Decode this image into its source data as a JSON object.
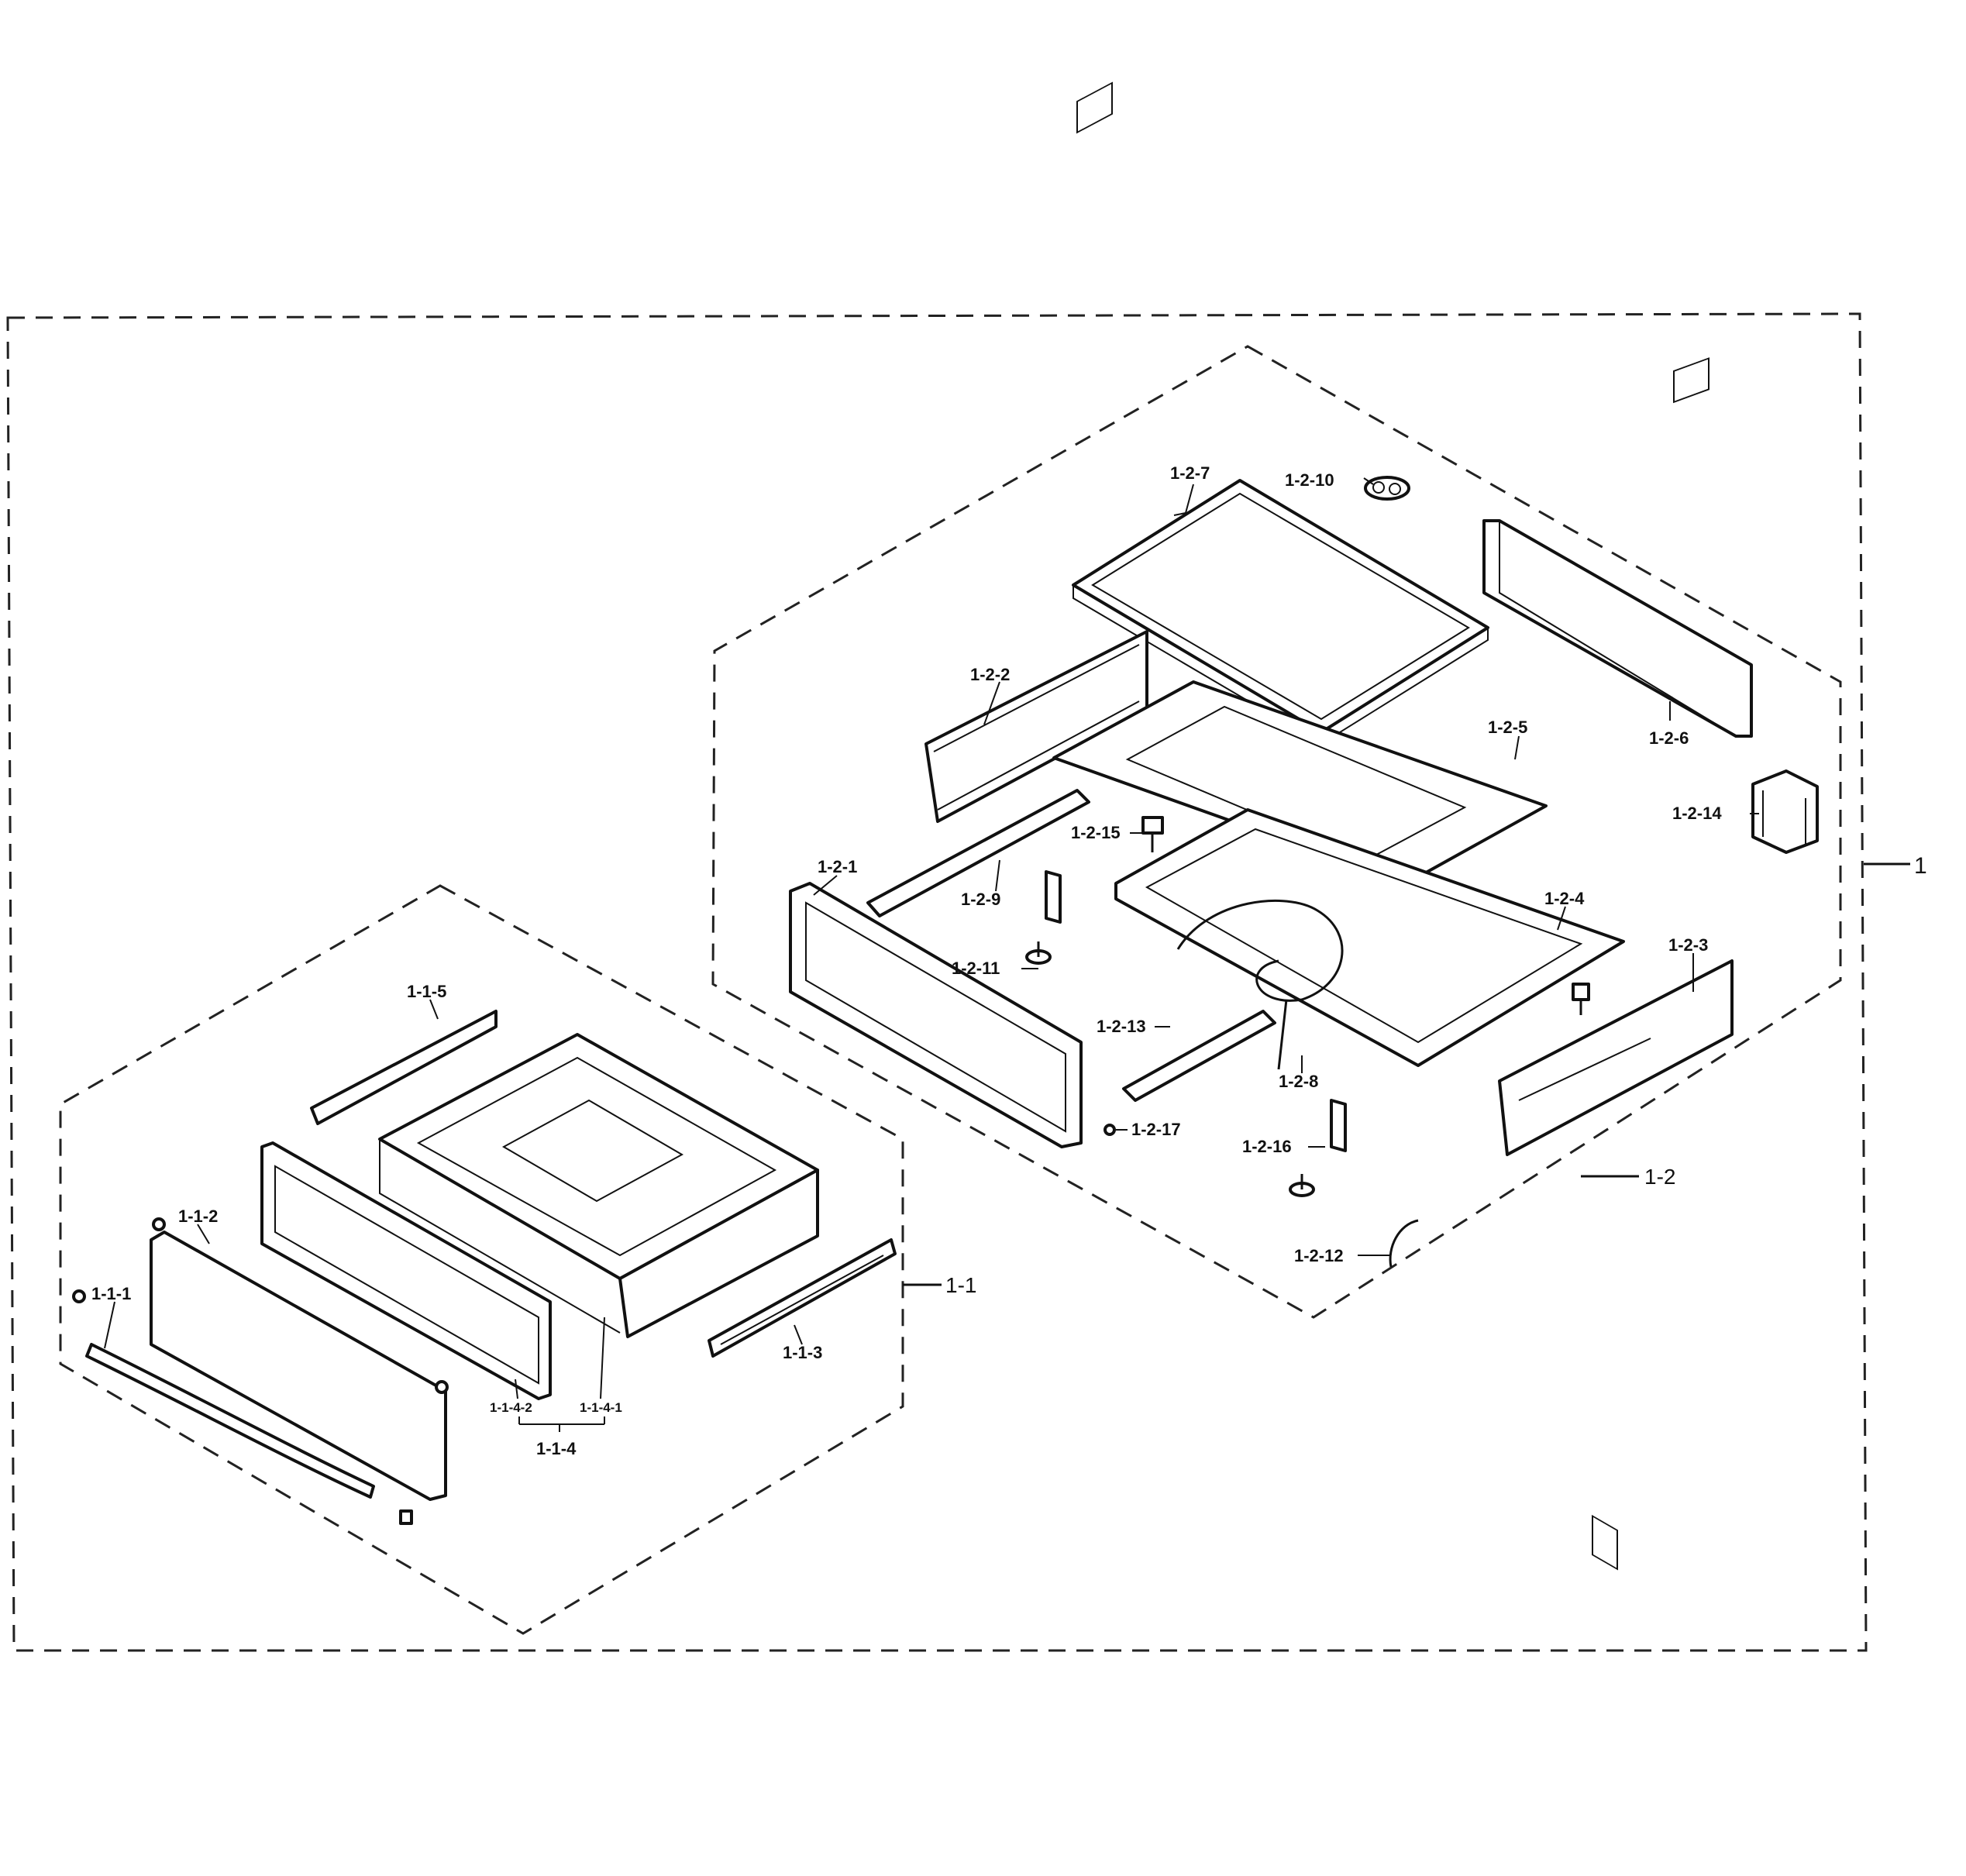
{
  "labels": {
    "l1": "1",
    "l11": "1-1",
    "l111": "1-1-1",
    "l112": "1-1-2",
    "l113": "1-1-3",
    "l114": "1-1-4",
    "l1141": "1-1-4-1",
    "l1142": "1-1-4-2",
    "l115": "1-1-5",
    "l12": "1-2",
    "l121": "1-2-1",
    "l122": "1-2-2",
    "l123": "1-2-3",
    "l124": "1-2-4",
    "l125": "1-2-5",
    "l126": "1-2-6",
    "l127": "1-2-7",
    "l128": "1-2-8",
    "l129": "1-2-9",
    "l1210": "1-2-10",
    "l1211": "1-2-11",
    "l1212": "1-2-12",
    "l1213": "1-2-13",
    "l1214": "1-2-14",
    "l1215": "1-2-15",
    "l1216": "1-2-16",
    "l1217": "1-2-17"
  }
}
